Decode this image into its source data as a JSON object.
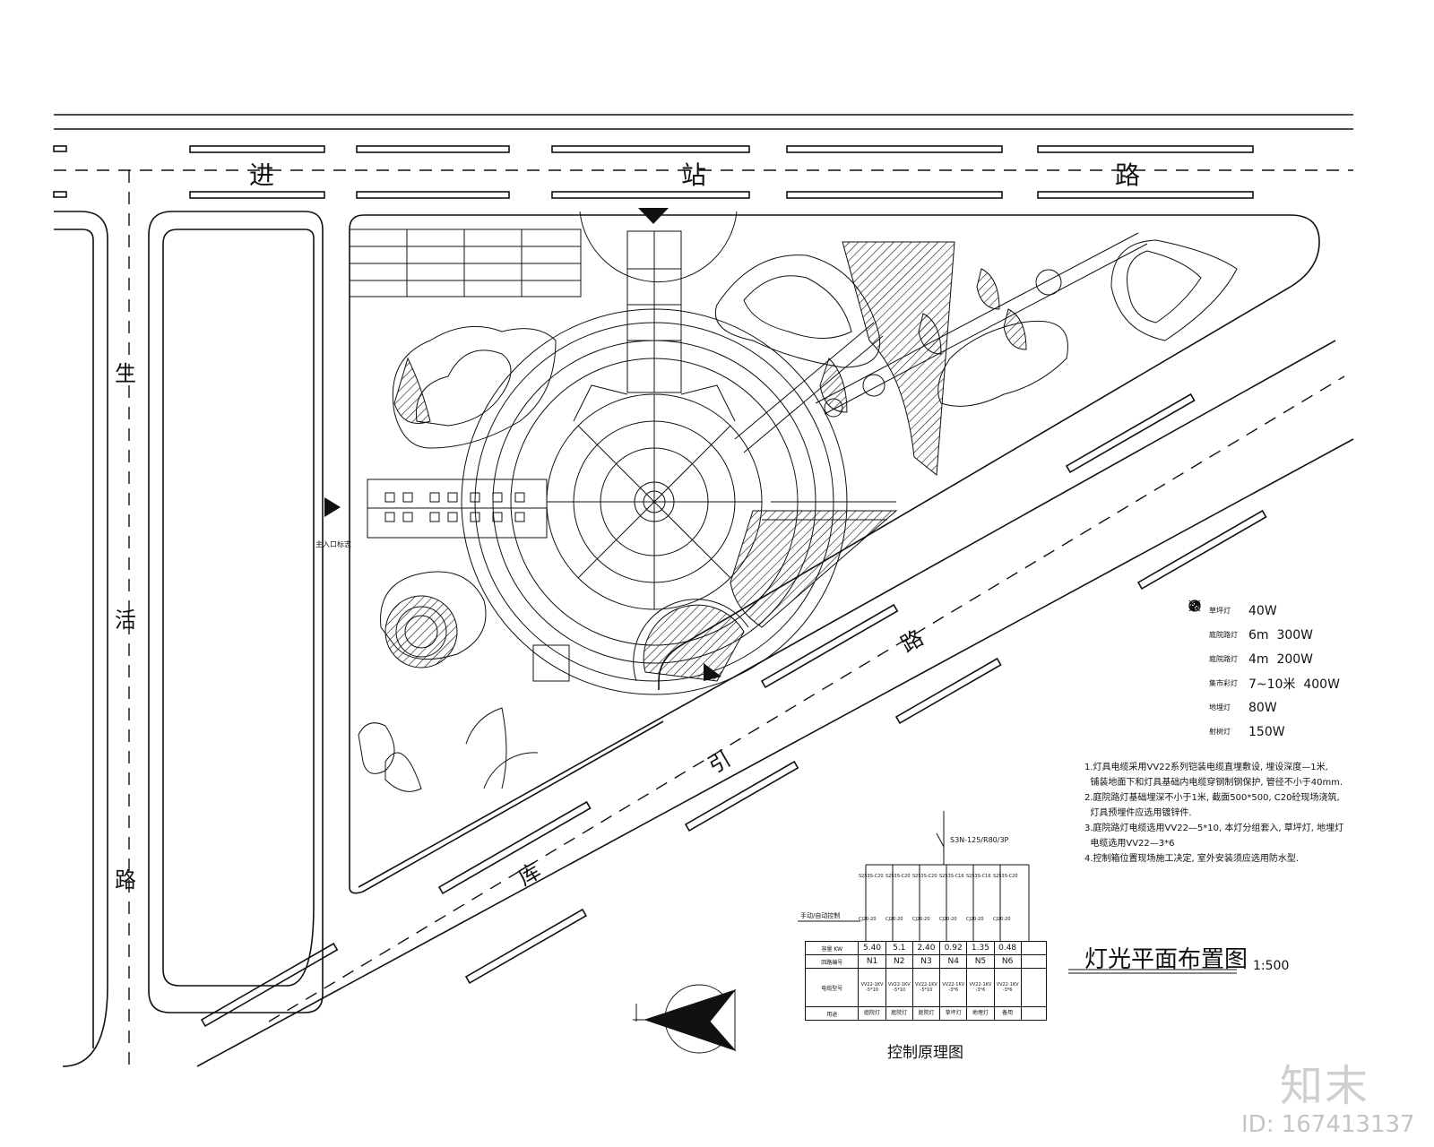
{
  "drawing": {
    "title": "灯光平面布置图",
    "scale": "1:500",
    "control_title": "控制原理图"
  },
  "roads": {
    "top_chars": [
      "进",
      "站",
      "路"
    ],
    "left_chars": [
      "生",
      "活",
      "路"
    ],
    "diag_chars": [
      "路",
      "引",
      "库"
    ]
  },
  "legend": [
    {
      "icon": "lawn-lamp-icon",
      "name": "草坪灯",
      "spec": "40W"
    },
    {
      "icon": "courtyard-lamp-icon",
      "name": "庭院路灯",
      "spec": "6m  300W"
    },
    {
      "icon": "garden-lamp-icon",
      "name": "庭院路灯",
      "spec": "4m  200W"
    },
    {
      "icon": "highmast-lamp-icon",
      "name": "集市彩灯",
      "spec": "7~10米  400W"
    },
    {
      "icon": "ground-lamp-icon",
      "name": "地埋灯",
      "spec": "80W"
    },
    {
      "icon": "spot-lamp-icon",
      "name": "射树灯",
      "spec": "150W"
    }
  ],
  "notes": [
    "1.灯具电缆采用VV22系列铠装电缆直埋敷设, 埋设深度—1米,",
    "  铺装地面下和灯具基础内电缆穿钢制钢保护, 管径不小于40mm.",
    "2.庭院路灯基础埋深不小于1米, 截面500*500, C20砼现场浇筑,",
    "  灯具预埋件应选用镀锌件.",
    "3.庭院路灯电缆选用VV22—5*10, 本灯分组套入, 草坪灯, 地埋灯",
    "  电缆选用VV22—3*6",
    "4.控制箱位置现场施工决定, 室外安装须应选用防水型."
  ],
  "control_table": {
    "row_labels": [
      "容量 KW",
      "回路编号",
      "电缆型号",
      "用途"
    ],
    "powers": [
      "5.40",
      "5.1",
      "2.40",
      "0.92",
      "1.35",
      "0.48"
    ],
    "circuits": [
      "N1",
      "N2",
      "N3",
      "N4",
      "N5",
      "N6"
    ],
    "cables": [
      "VV22-1KV -5*10",
      "VV22-1KV -5*10",
      "VV22-1KV -5*10",
      "VV22-1KV -3*6",
      "VV22-1KV -3*6",
      "VV22-1KV -3*6"
    ],
    "uses": [
      "庭院灯",
      "庭院灯",
      "庭院灯",
      "草坪灯",
      "地埋灯",
      "备用"
    ],
    "breakers": [
      "S253S-C20",
      "S253S-C20",
      "S253S-C20",
      "S253S-C16",
      "S253S-C16",
      "S253S-C20"
    ],
    "contactors": [
      "CJ20-20",
      "CJ20-20",
      "CJ20-20",
      "CJ20-20",
      "CJ20-20",
      "CJ20-20"
    ],
    "main_switch": "S3N-125/R80/3P",
    "side_label": "手动/自动控制"
  },
  "entrance_label": "主入口标志",
  "watermark": {
    "logo": "知末",
    "id": "ID: 167413137"
  }
}
